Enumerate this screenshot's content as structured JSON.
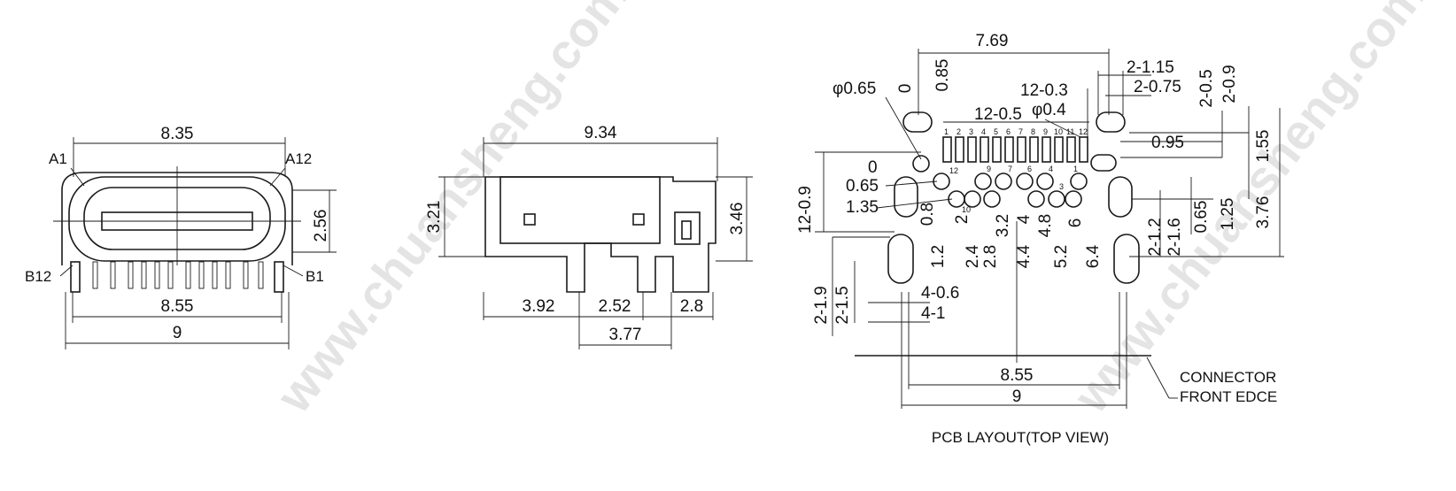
{
  "watermark": "www.chuansheng.com",
  "front_view": {
    "dims": {
      "top_width": "8.35",
      "height": "2.56",
      "bottom_inner": "8.55",
      "bottom_outer": "9"
    },
    "pins": {
      "a1": "A1",
      "a12": "A12",
      "b12": "B12",
      "b1": "B1"
    }
  },
  "side_view": {
    "dims": {
      "width": "9.34",
      "left_height": "3.21",
      "right_height": "3.46",
      "seg1": "3.92",
      "seg2": "2.52",
      "seg3": "2.8",
      "seg_bottom": "3.77"
    }
  },
  "pcb": {
    "dims": {
      "d769": "7.69",
      "d0": "0",
      "d085": "0.85",
      "phi065": "φ0.65",
      "phi04": "φ0.4",
      "d12_03": "12-0.3",
      "d12_05": "12-0.5",
      "d2_115": "2-1.15",
      "d2_075": "2-0.75",
      "d2_05": "2-0.5",
      "d2_09": "2-0.9",
      "d095": "0.95",
      "d155": "1.55",
      "d0b": "0",
      "d065b": "0.65",
      "d135": "1.35",
      "d12_09": "12-0.9",
      "d08": "0.8",
      "d2": "2",
      "d32": "3.2",
      "d4": "4",
      "d48": "4.8",
      "d6": "6",
      "d12": "1.2",
      "d24": "2.4",
      "d28": "2.8",
      "d44": "4.4",
      "d52": "5.2",
      "d64": "6.4",
      "d2_12": "2-1.2",
      "d2_16": "2-1.6",
      "d065c": "0.65",
      "d125": "1.25",
      "d376": "3.76",
      "d2_19": "2-1.9",
      "d2_15": "2-1.5",
      "d4_06": "4-0.6",
      "d4_1": "4-1",
      "d855": "8.55",
      "d9": "9"
    },
    "pad_numbers": [
      "1",
      "2",
      "3",
      "4",
      "5",
      "6",
      "7",
      "8",
      "9",
      "10",
      "11",
      "12"
    ],
    "hole_labels": {
      "h12": "12",
      "h9": "9",
      "h7": "7",
      "h6": "6",
      "h4": "4",
      "h1": "1",
      "h10": "10",
      "h3": "3"
    },
    "connector_label": [
      "CONNECTOR",
      "FRONT EDCE"
    ],
    "title": "PCB LAYOUT(TOP VIEW)"
  }
}
